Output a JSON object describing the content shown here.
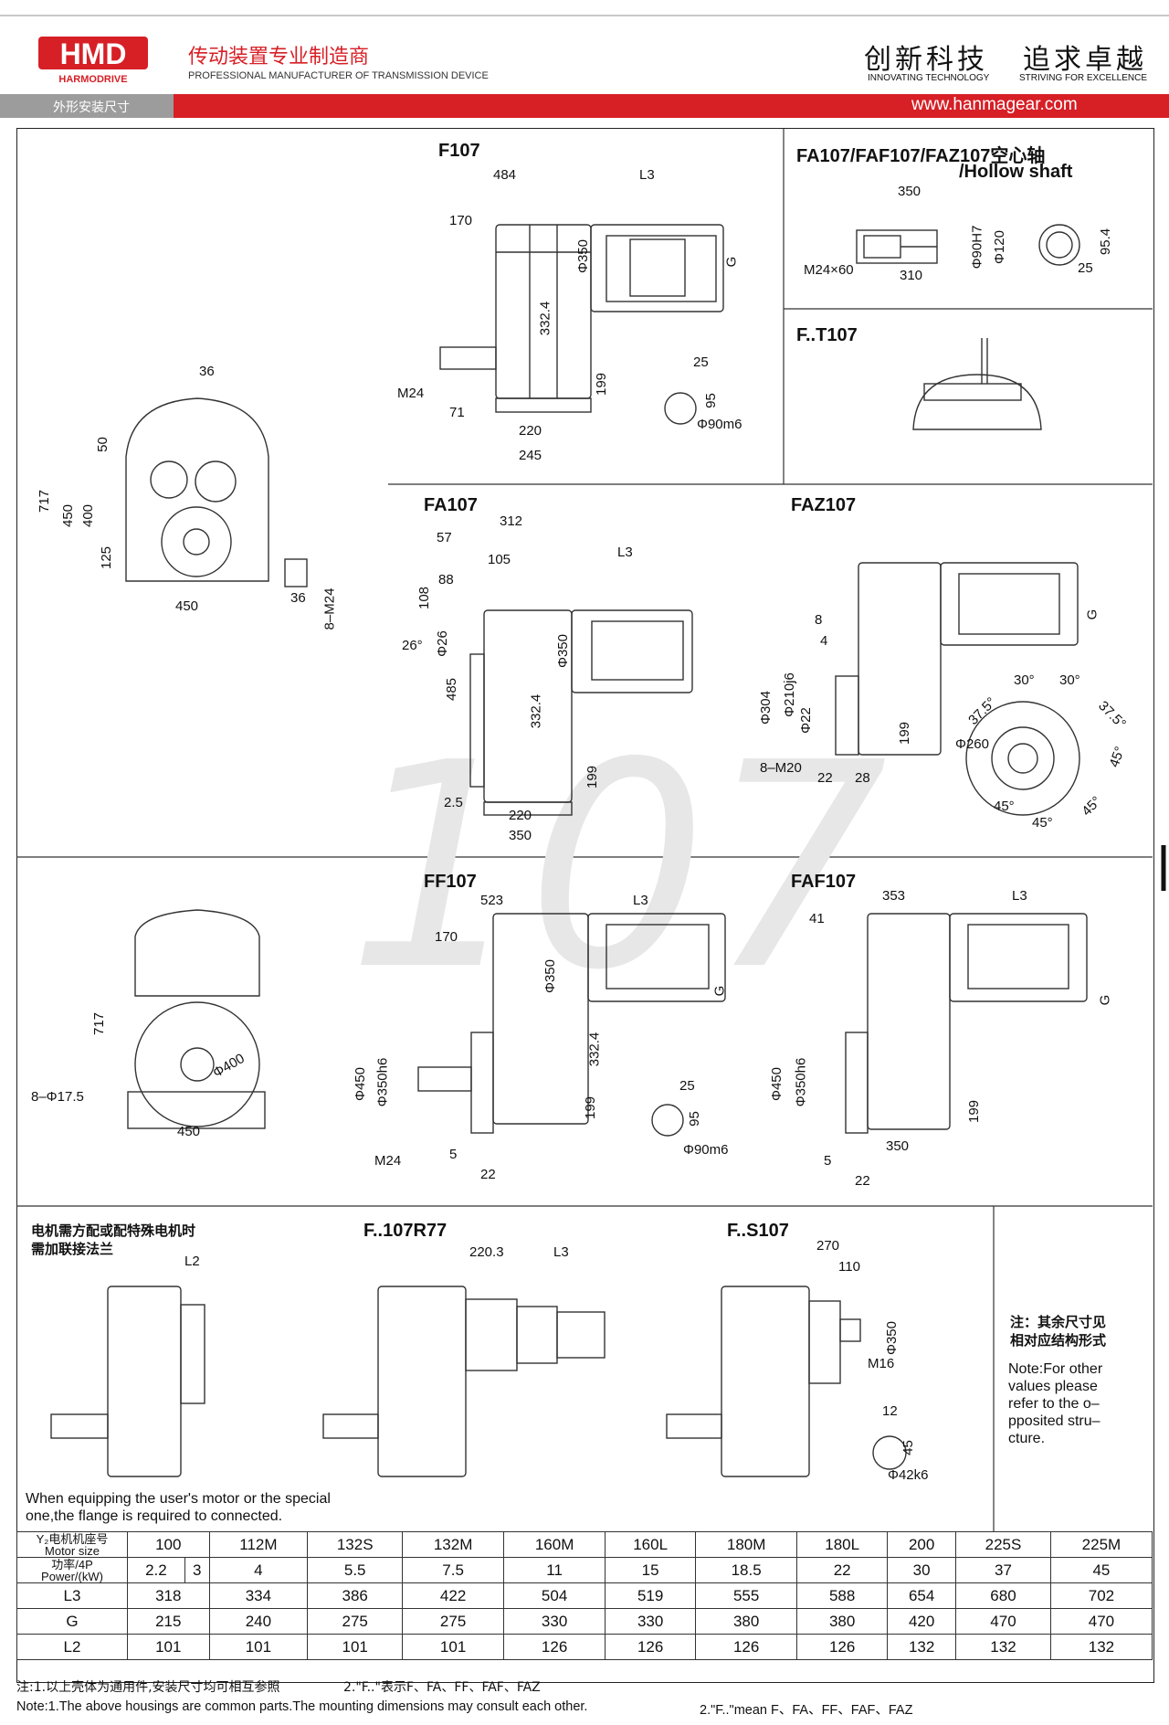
{
  "header": {
    "logo_text": "HMD",
    "logo_sub": "HARMODRIVE",
    "tagline_cn": "传动装置专业制造商",
    "tagline_en": "PROFESSIONAL MANUFACTURER OF TRANSMISSION DEVICE",
    "slogan1_cn": "创新科技",
    "slogan1_en": "INNOVATING TECHNOLOGY",
    "slogan2_cn": "追求卓越",
    "slogan2_en": "STRIVING FOR EXCELLENCE",
    "section_label": "外形安装尺寸",
    "website": "www.hanmagear.com"
  },
  "watermark": "107",
  "views": {
    "f107": {
      "title": "F107",
      "d484": "484",
      "l3": "L3",
      "d170": "170",
      "phi350": "Φ350",
      "g": "G",
      "d332": "332.4",
      "m24": "M24",
      "d199": "199",
      "d71": "71",
      "d220": "220",
      "d245": "245",
      "d25": "25",
      "d95": "95",
      "phi90": "Φ90m6"
    },
    "hollow": {
      "title1": "FA107/FAF107/FAZ107空心轴",
      "title2": "/Hollow shaft",
      "d350": "350",
      "m24x60": "M24×60",
      "d310": "310",
      "phi90h7": "Φ90H7",
      "phi120": "Φ120",
      "d954": "95.4",
      "d25": "25"
    },
    "ft107": {
      "title": "F..T107"
    },
    "side": {
      "d36": "36",
      "d50": "50",
      "d717": "717",
      "d450v": "450",
      "d400": "400",
      "d125": "125",
      "d450h": "450",
      "d36b": "36",
      "m24x8": "8–M24"
    },
    "fa107": {
      "title": "FA107",
      "d312": "312",
      "d57": "57",
      "d105": "105",
      "l3": "L3",
      "d88": "88",
      "d108": "108",
      "phi26": "Φ26",
      "deg26": "26°",
      "phi350": "Φ350",
      "d485": "485",
      "d332": "332.4",
      "d199": "199",
      "d25b": "2.5",
      "d220": "220",
      "d350": "350"
    },
    "faz107": {
      "title": "FAZ107",
      "d8": "8",
      "d4": "4",
      "g": "G",
      "phi304": "Φ304",
      "phi210": "Φ210j6",
      "phi22": "Φ22",
      "d199": "199",
      "m20": "8–M20",
      "d22": "22",
      "d28": "28",
      "a30a": "30°",
      "a30b": "30°",
      "a375a": "37.5°",
      "a375b": "37.5°",
      "phi260": "Φ260",
      "a45a": "45°",
      "a45b": "45°",
      "a45c": "45°",
      "a45d": "45°"
    },
    "ff_side": {
      "d717": "717",
      "phi400": "Φ400",
      "phi175": "8–Φ17.5",
      "d450": "450"
    },
    "ff107": {
      "title": "FF107",
      "d523": "523",
      "l3": "L3",
      "d170": "170",
      "phi350": "Φ350",
      "g": "G",
      "d332": "332.4",
      "phi450": "Φ450",
      "phi350h6": "Φ350h6",
      "d199": "199",
      "m24": "M24",
      "d5": "5",
      "d22": "22",
      "d25": "25",
      "d95": "95",
      "phi90": "Φ90m6"
    },
    "faf107": {
      "title": "FAF107",
      "d353": "353",
      "l3": "L3",
      "d41": "41",
      "g": "G",
      "phi450": "Φ450",
      "phi350h6": "Φ350h6",
      "d199": "199",
      "d350": "350",
      "d5": "5",
      "d22": "22"
    },
    "flange": {
      "cn1": "电机需方配或配特殊电机时",
      "cn2": "需加联接法兰",
      "l2": "L2",
      "en1": "When equipping the user's motor or the special",
      "en2": "one,the flange is required to connected."
    },
    "r77": {
      "title": "F..107R77",
      "d2203": "220.3",
      "l3": "L3"
    },
    "s107": {
      "title": "F..S107",
      "d270": "270",
      "d110": "110",
      "phi350": "Φ350",
      "m16": "M16",
      "d12": "12",
      "d45": "45",
      "phi42": "Φ42k6"
    },
    "note_side": {
      "cn1": "注：其余尺寸见",
      "cn2": "相对应结构形式",
      "en1": "Note:For other",
      "en2": "values please",
      "en3": "refer to the o–",
      "en4": "pposited stru–",
      "en5": "cture."
    }
  },
  "table": {
    "row_motor_label_cn": "Y₂电机机座号",
    "row_motor_label_en": "Motor size",
    "motor_sizes": [
      "100",
      "112M",
      "132S",
      "132M",
      "160M",
      "160L",
      "180M",
      "180L",
      "200",
      "225S",
      "225M"
    ],
    "row_power_label_cn": "功率/4P",
    "row_power_label_en": "Power/(kW)",
    "powers": [
      "2.2",
      "3",
      "4",
      "5.5",
      "7.5",
      "11",
      "15",
      "18.5",
      "22",
      "30",
      "37",
      "45"
    ],
    "rows": [
      {
        "label": "L3",
        "values": [
          "318",
          "334",
          "386",
          "422",
          "504",
          "519",
          "555",
          "588",
          "654",
          "680",
          "702"
        ]
      },
      {
        "label": "G",
        "values": [
          "215",
          "240",
          "275",
          "275",
          "330",
          "330",
          "380",
          "380",
          "420",
          "470",
          "470"
        ]
      },
      {
        "label": "L2",
        "values": [
          "101",
          "101",
          "101",
          "101",
          "126",
          "126",
          "126",
          "126",
          "132",
          "132",
          "132"
        ]
      }
    ]
  },
  "footer": {
    "note_cn1": "注:1.以上壳体为通用件,安装尺寸均可相互参照",
    "note_cn2": "2.\"F..\"表示F、FA、FF、FAF、FAZ",
    "note_en1": "Note:1.The above housings are common parts.The mounting dimensions may consult each other.",
    "note_en2": "2.\"F..\"mean F、FA、FF、FAF、FAZ"
  },
  "colors": {
    "brand_red": "#d71f26",
    "band_gray": "#9c9c9c"
  }
}
